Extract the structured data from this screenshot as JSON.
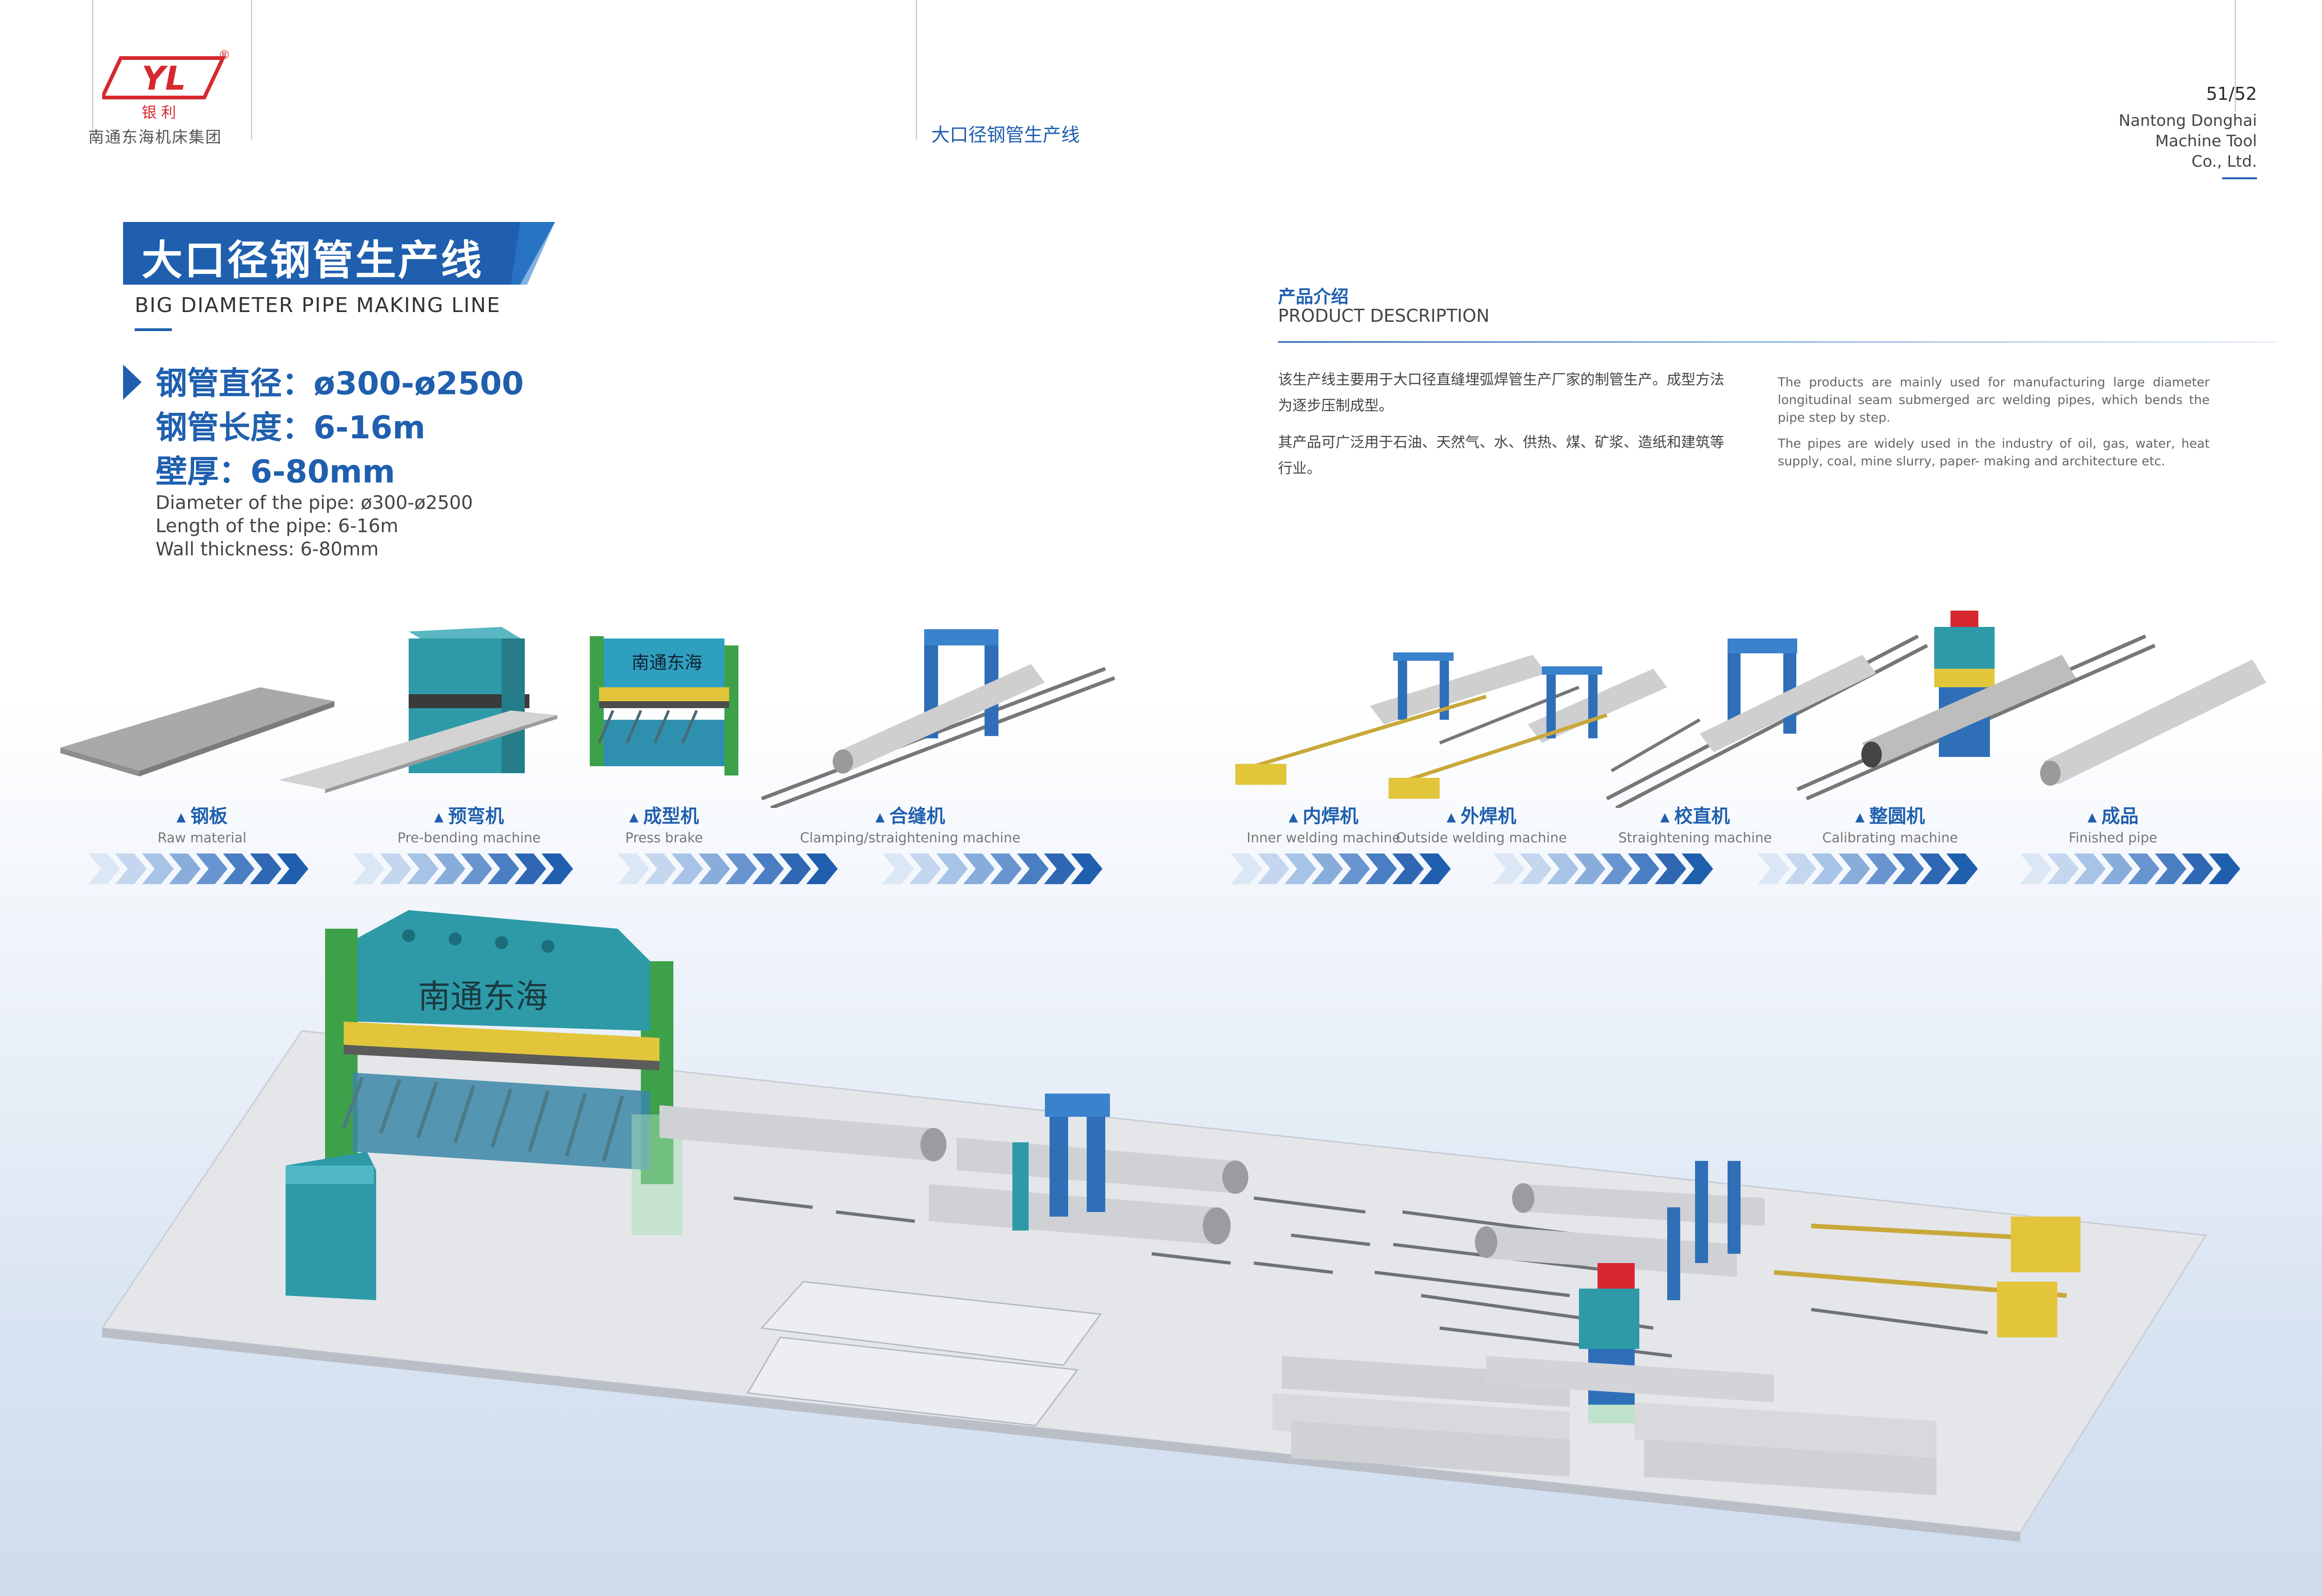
{
  "header": {
    "brand_cn": "南通东海机床集团",
    "logo_text": "YL",
    "logo_sub": "银 利",
    "logo_reg": "®",
    "section_title": "大口径钢管生产线",
    "page_number": "51/52",
    "company_en_lines": [
      "Nantong Donghai",
      "Machine Tool",
      "Co., Ltd."
    ]
  },
  "title": {
    "cn": "大口径钢管生产线",
    "en": "BIG DIAMETER PIPE MAKING LINE"
  },
  "specs": {
    "cn": [
      "钢管直径：ø300-ø2500",
      "钢管长度：6-16m",
      "壁厚：6-80mm"
    ],
    "en": [
      "Diameter of the pipe:  ø300-ø2500",
      "Length of the pipe:  6-16m",
      "Wall thickness:  6-80mm"
    ]
  },
  "product_description": {
    "heading_cn": "产品介绍",
    "heading_en": "PRODUCT DESCRIPTION",
    "cn_paragraphs": [
      "该生产线主要用于大口径直缝埋弧焊管生产厂家的制管生产。成型方法为逐步压制成型。",
      "其产品可广泛用于石油、天然气、水、供热、煤、矿浆、造纸和建筑等行业。"
    ],
    "en_paragraphs": [
      "The products are mainly used for manufacturing large diameter longitudinal seam submerged arc welding pipes, which bends the pipe step by step.",
      "The pipes are widely used in the industry of oil, gas, water, heat supply, coal, mine slurry, paper- making and architecture etc."
    ]
  },
  "steps": [
    {
      "cn": "钢板",
      "en": "Raw material"
    },
    {
      "cn": "预弯机",
      "en": "Pre-bending machine"
    },
    {
      "cn": "成型机",
      "en": "Press brake"
    },
    {
      "cn": "合缝机",
      "en": "Clamping/straightening machine"
    },
    {
      "cn": "内焊机",
      "en": "Inner welding machine"
    },
    {
      "cn": "外焊机",
      "en": "Outside welding machine"
    },
    {
      "cn": "校直机",
      "en": "Straightening machine"
    },
    {
      "cn": "整圆机",
      "en": "Calibrating machine"
    },
    {
      "cn": "成品",
      "en": "Finished pipe"
    }
  ],
  "machine_sign_text": "南通东海",
  "colors": {
    "brand_blue": "#1f5fae",
    "machine_teal": "#2e9aa8",
    "machine_blue": "#2f6fb8",
    "machine_yellow": "#e2c53a",
    "logo_red": "#d7282f"
  }
}
